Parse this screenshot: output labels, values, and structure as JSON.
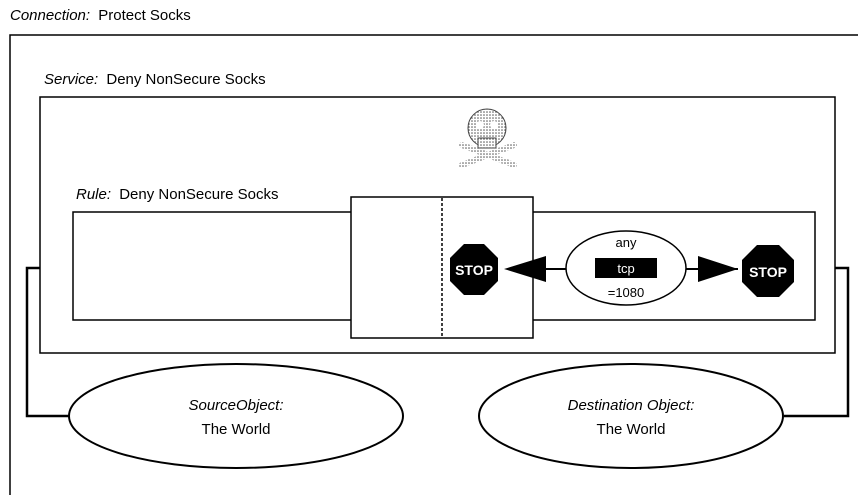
{
  "connection": {
    "prefix": "Connection:",
    "name": "Protect Socks"
  },
  "service": {
    "prefix": "Service:",
    "name": "Deny NonSecure Socks"
  },
  "rule": {
    "prefix": "Rule:",
    "name": "Deny NonSecure Socks"
  },
  "protocol": {
    "top": "any",
    "middle": "tcp",
    "bottom": "=1080"
  },
  "stop_signs": {
    "left": "STOP",
    "right": "STOP"
  },
  "source": {
    "prefix": "SourceObject:",
    "name": "The World"
  },
  "destination": {
    "prefix": "Destination Object:",
    "name": "The World"
  },
  "icons": {
    "skull": "skull-crossbones-icon",
    "stop": "stop-sign-icon"
  }
}
